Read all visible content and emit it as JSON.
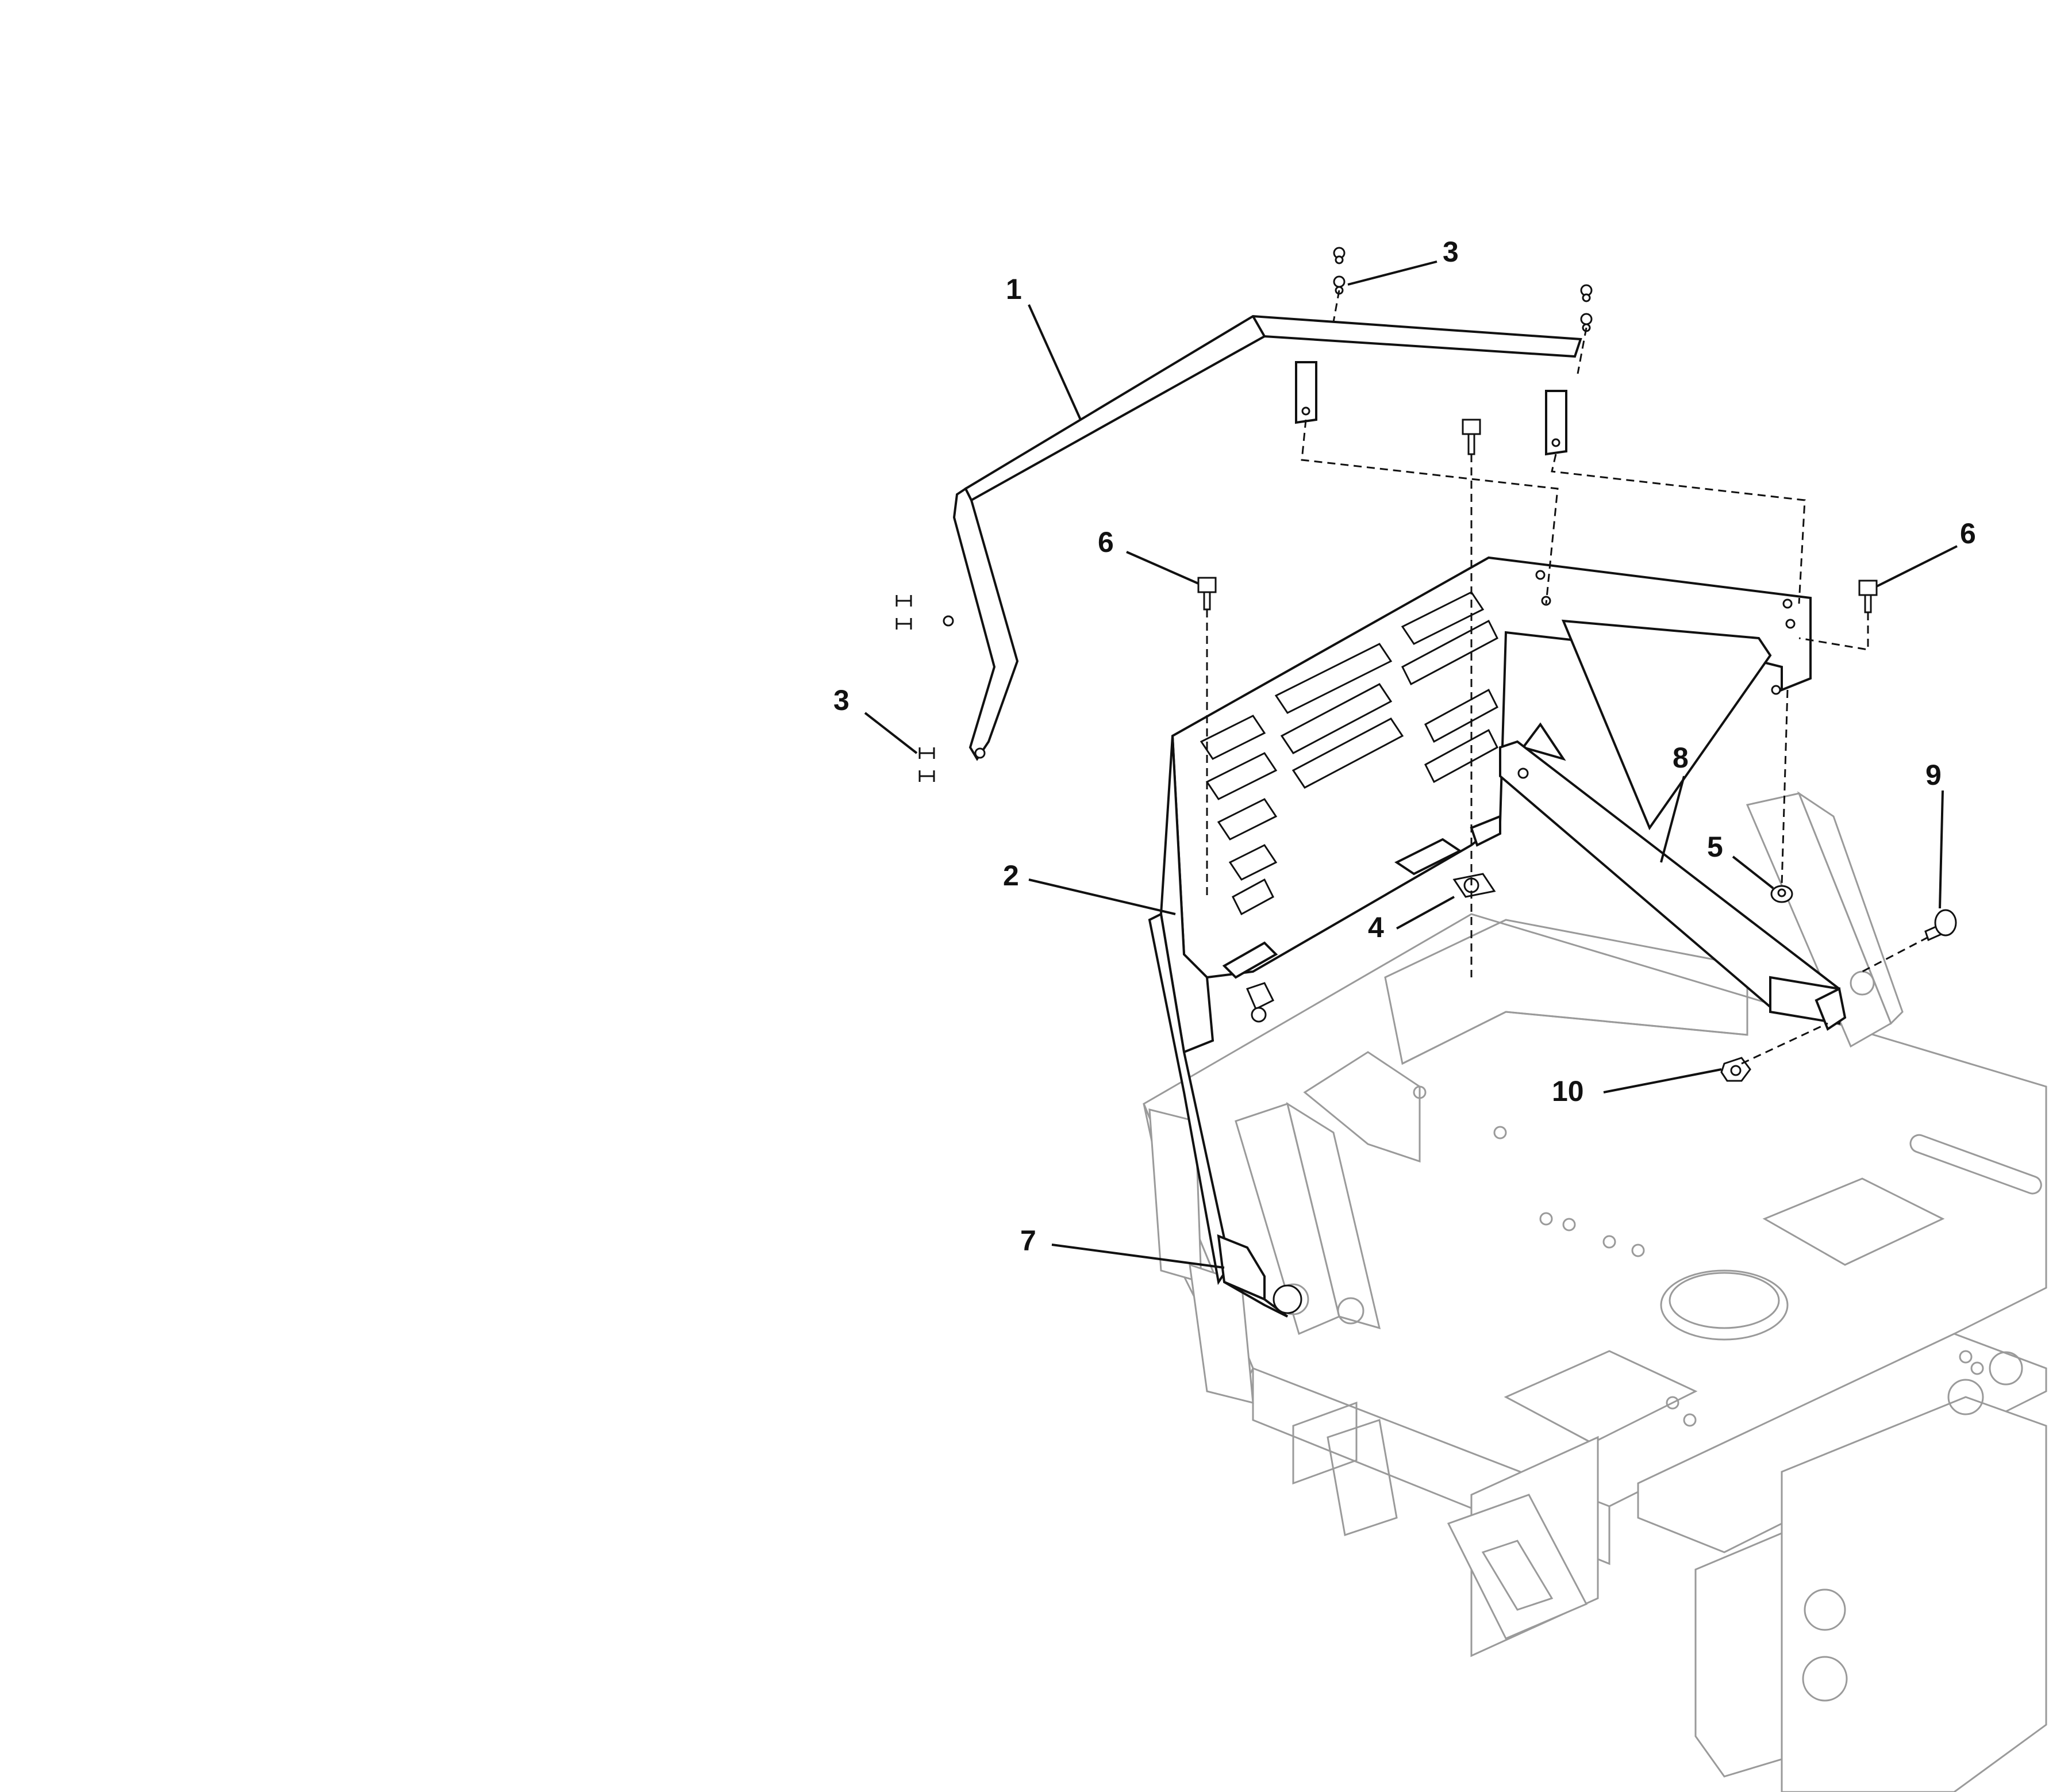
{
  "diagram": {
    "callouts": [
      {
        "id": "c1",
        "label": "1"
      },
      {
        "id": "c2",
        "label": "2"
      },
      {
        "id": "c3a",
        "label": "3"
      },
      {
        "id": "c3b",
        "label": "3"
      },
      {
        "id": "c4",
        "label": "4"
      },
      {
        "id": "c5",
        "label": "5"
      },
      {
        "id": "c6a",
        "label": "6"
      },
      {
        "id": "c6b",
        "label": "6"
      },
      {
        "id": "c7",
        "label": "7"
      },
      {
        "id": "c8",
        "label": "8"
      },
      {
        "id": "c9",
        "label": "9"
      },
      {
        "id": "c10",
        "label": "10"
      }
    ]
  }
}
